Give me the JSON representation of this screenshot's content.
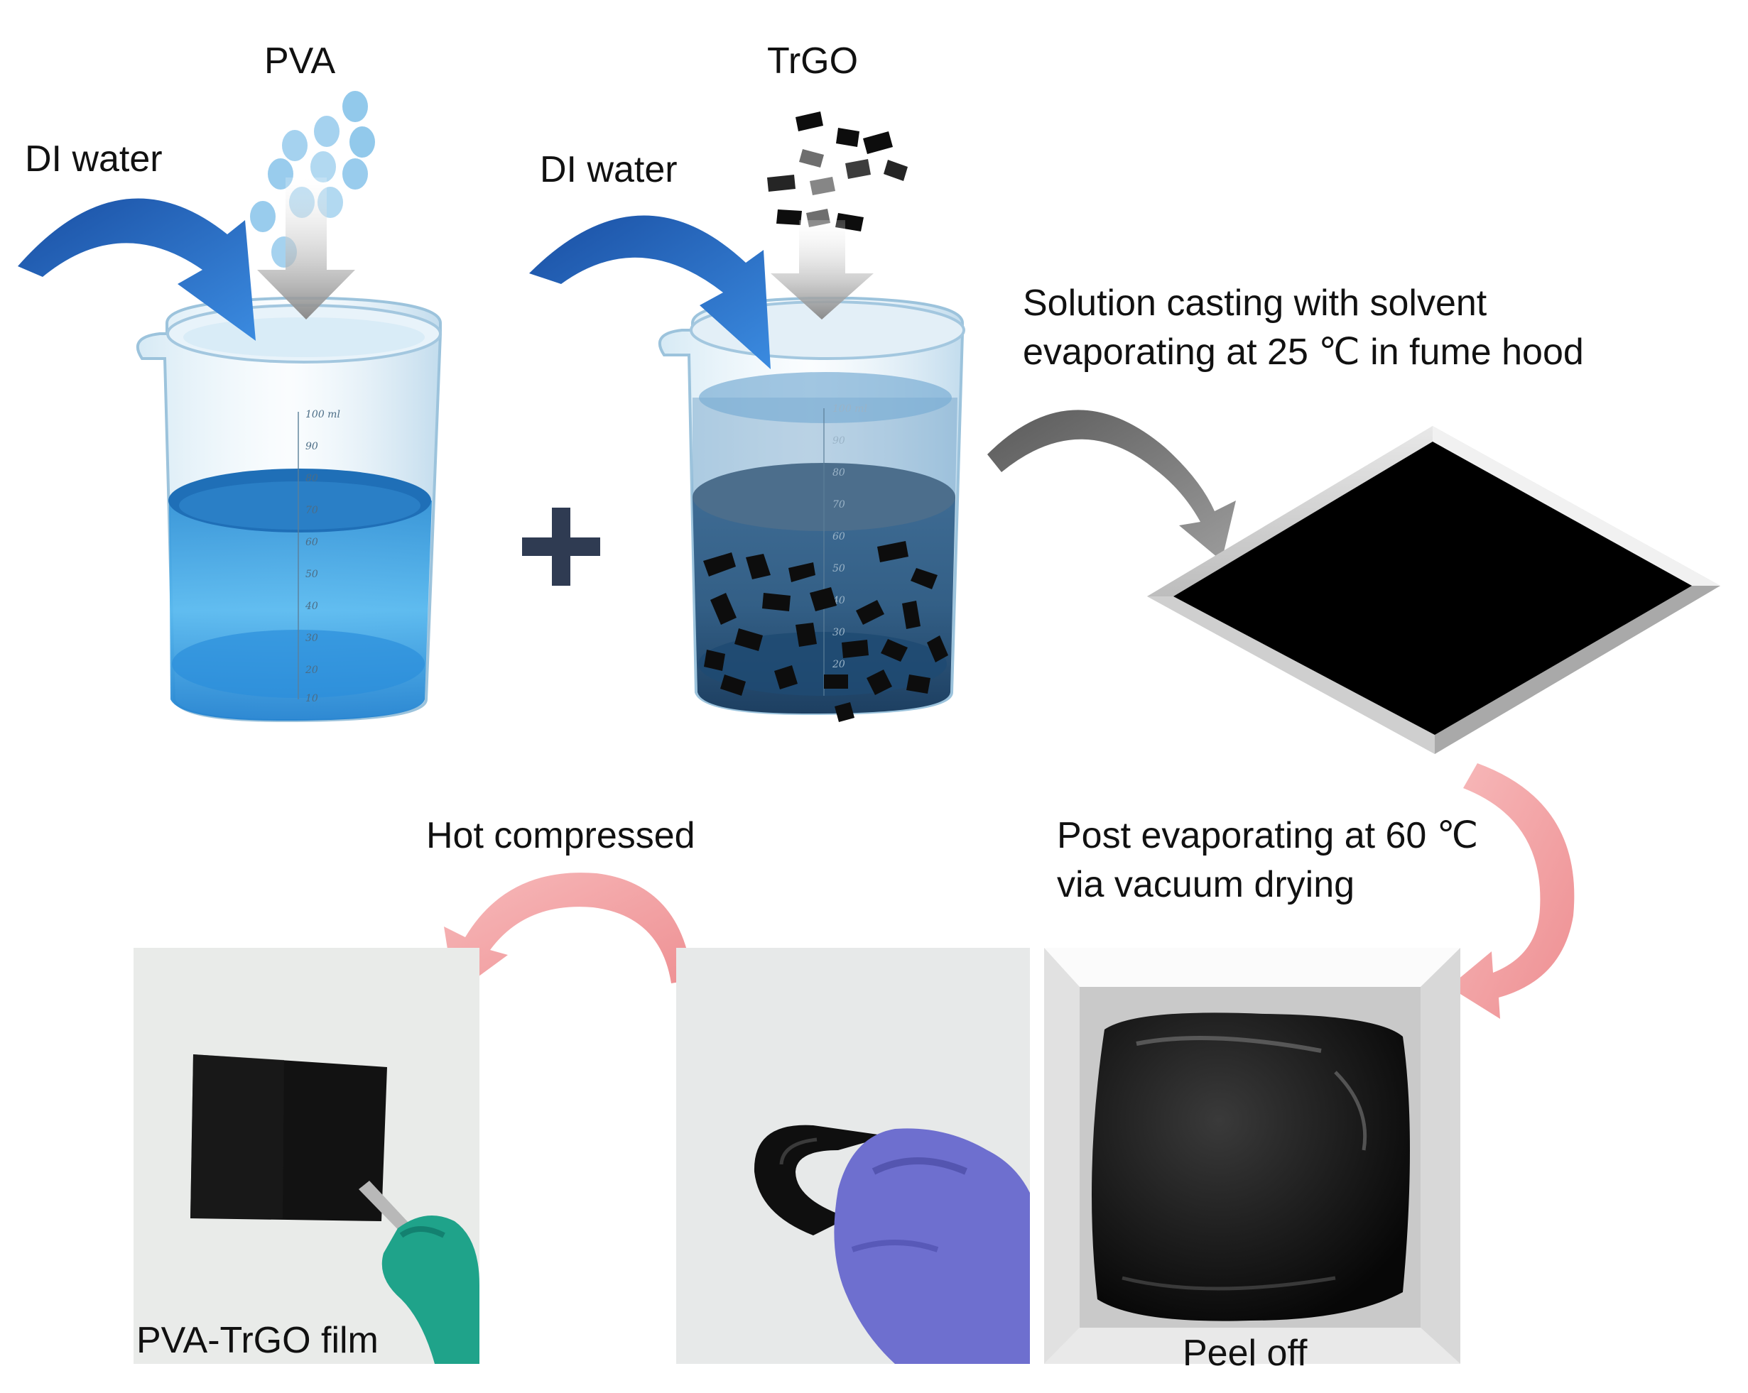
{
  "labels": {
    "pva": "PVA",
    "di_water_1": "DI water",
    "trgo": "TrGO",
    "di_water_2": "DI water",
    "casting_line1": "Solution casting with solvent",
    "casting_line2": "evaporating at 25 ℃ in fume hood",
    "hot_compressed": "Hot compressed",
    "post_line1": "Post evaporating at 60 ℃",
    "post_line2": "via vacuum drying",
    "film_caption": "PVA-TrGO film",
    "peel_caption": "Peel off"
  },
  "beaker_scale": [
    "100 ml",
    "90",
    "80",
    "70",
    "60",
    "50",
    "40",
    "30",
    "20",
    "10"
  ],
  "beaker2_scale": [
    "100 ml",
    "90",
    "80",
    "70",
    "60",
    "50",
    "40",
    "30",
    "20"
  ],
  "colors": {
    "blue_arrow": "#1c5db8",
    "grey_arrow": "#7a7a7a",
    "pink_arrow": "#f3a3a5",
    "water": "#3fa6e6",
    "trgo_flake": "#111111",
    "mold": "#000000",
    "glove_green": "#1fa38a",
    "glove_purple": "#6e6fcf"
  },
  "icons": [
    "plus-icon",
    "blue-curved-arrow",
    "grey-down-arrow",
    "grey-curved-arrow",
    "pink-curved-arrow"
  ]
}
